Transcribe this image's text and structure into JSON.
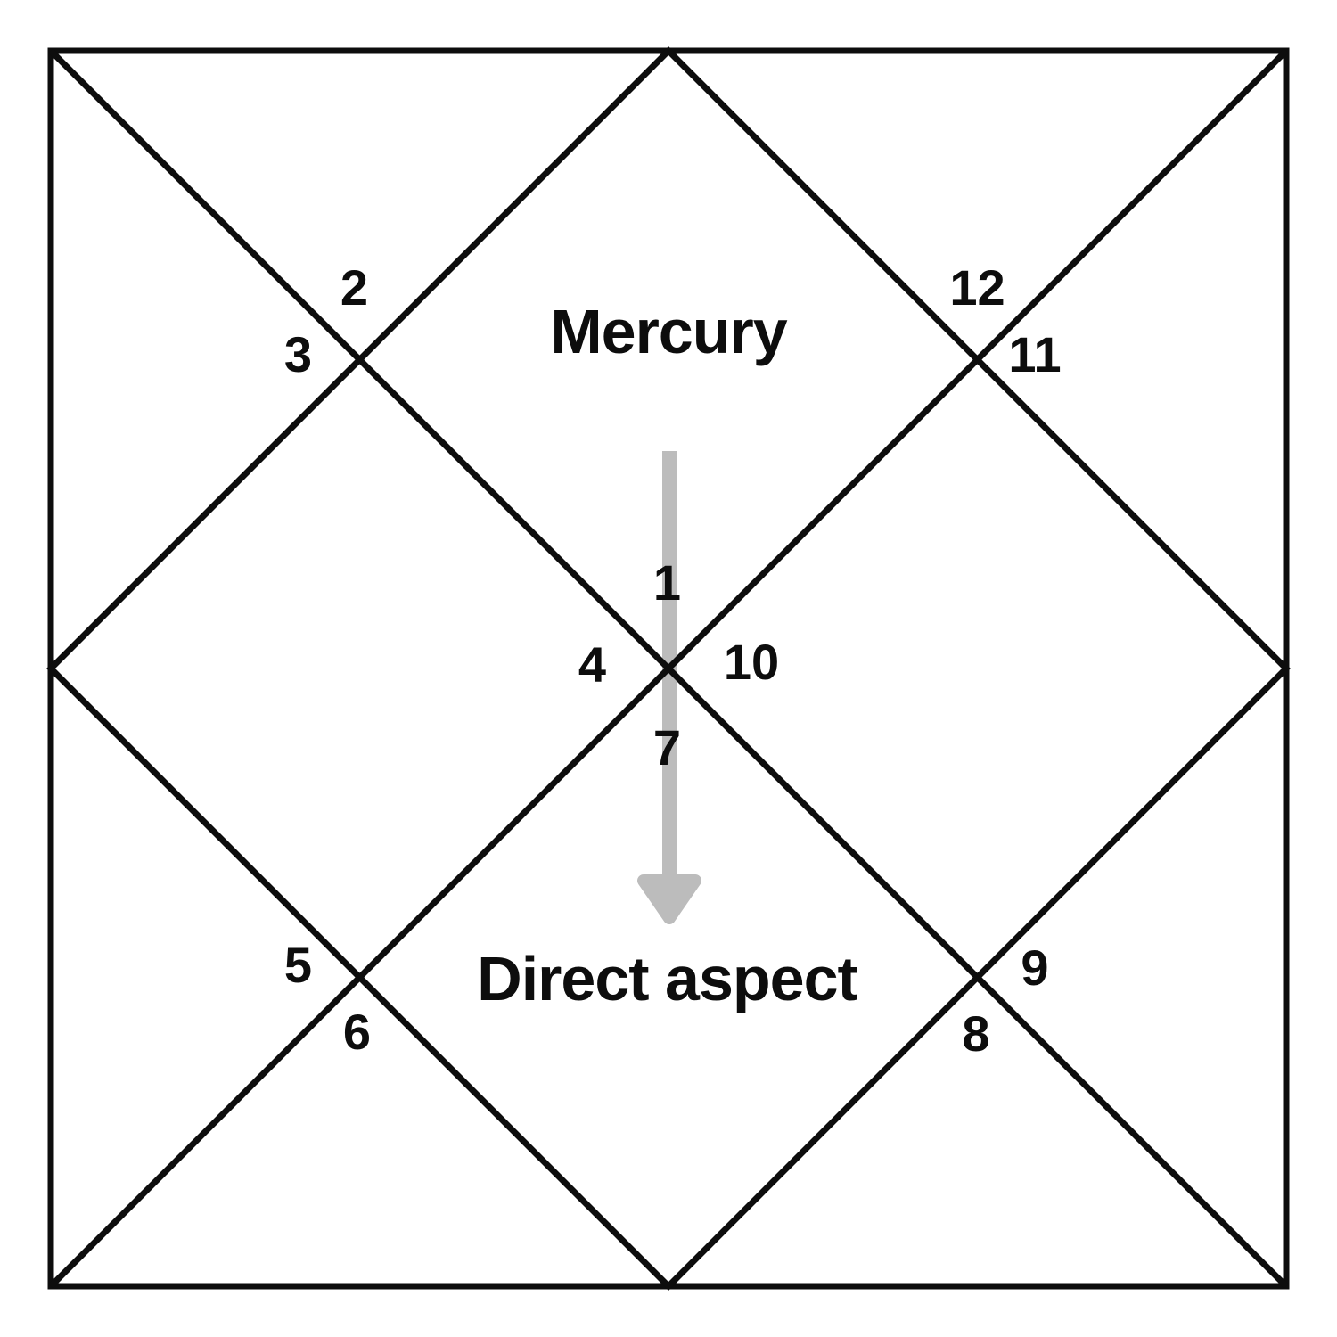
{
  "chart": {
    "type": "north-indian-kundali-aspect-diagram",
    "planet_label": "Mercury",
    "aspect_label": "Direct aspect",
    "arrow": {
      "direction": "down",
      "from_house": "1",
      "to_house": "7"
    },
    "houses": [
      {
        "label": "1"
      },
      {
        "label": "2"
      },
      {
        "label": "3"
      },
      {
        "label": "4"
      },
      {
        "label": "5"
      },
      {
        "label": "6"
      },
      {
        "label": "7"
      },
      {
        "label": "8"
      },
      {
        "label": "9"
      },
      {
        "label": "10"
      },
      {
        "label": "11"
      },
      {
        "label": "12"
      }
    ],
    "colors": {
      "line": "#0d0d0d",
      "arrow": "#bcbcbc",
      "text": "#0d0d0d",
      "background": "#ffffff"
    }
  }
}
